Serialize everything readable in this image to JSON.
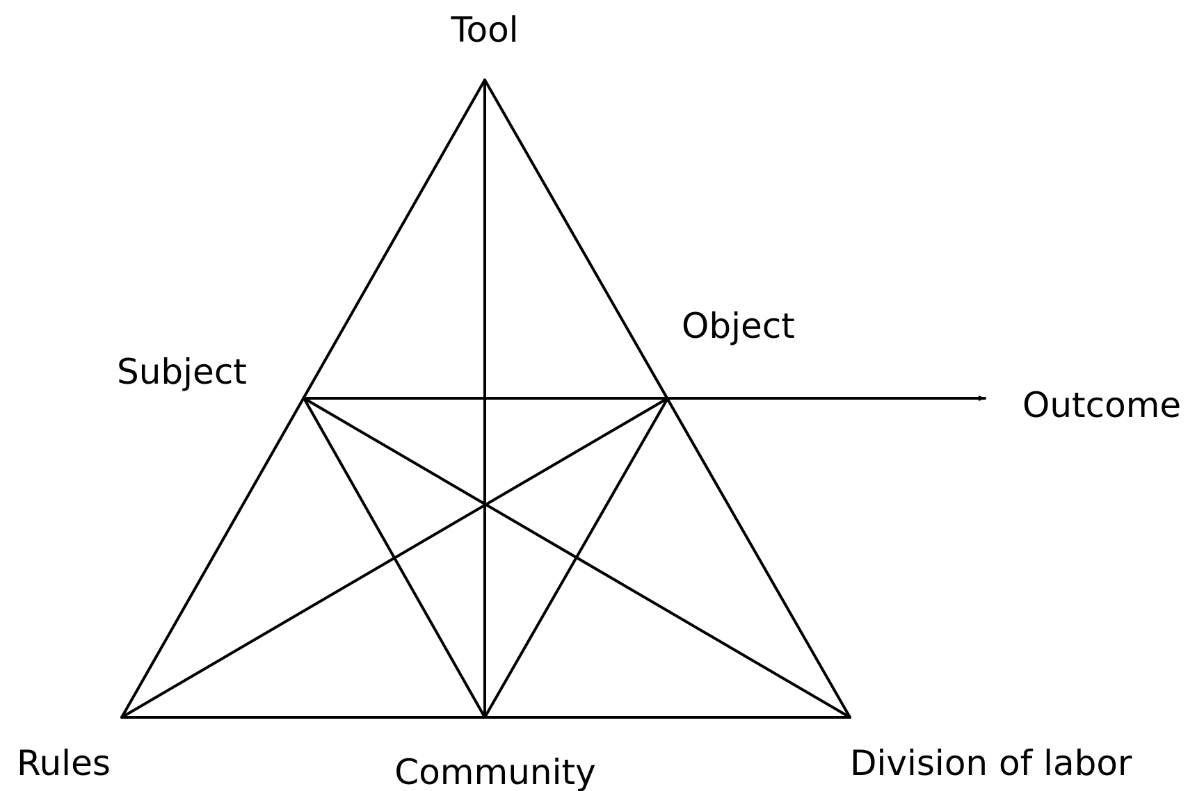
{
  "diagram": {
    "type": "activity-system-triangle",
    "labels": {
      "tool": "Tool",
      "subject": "Subject",
      "object": "Object",
      "outcome": "Outcome",
      "rules": "Rules",
      "community": "Community",
      "division": "Division of labor"
    },
    "edges": [
      {
        "from": "tool",
        "to": "rules"
      },
      {
        "from": "tool",
        "to": "division"
      },
      {
        "from": "rules",
        "to": "division"
      },
      {
        "from": "tool",
        "to": "community"
      },
      {
        "from": "subject",
        "to": "object"
      },
      {
        "from": "subject",
        "to": "community"
      },
      {
        "from": "subject",
        "to": "division"
      },
      {
        "from": "object",
        "to": "community"
      },
      {
        "from": "object",
        "to": "rules"
      },
      {
        "from": "object",
        "to": "outcome",
        "arrow": true
      }
    ],
    "colors": {
      "line": "#000000",
      "text": "#000000",
      "background": "#ffffff"
    }
  }
}
